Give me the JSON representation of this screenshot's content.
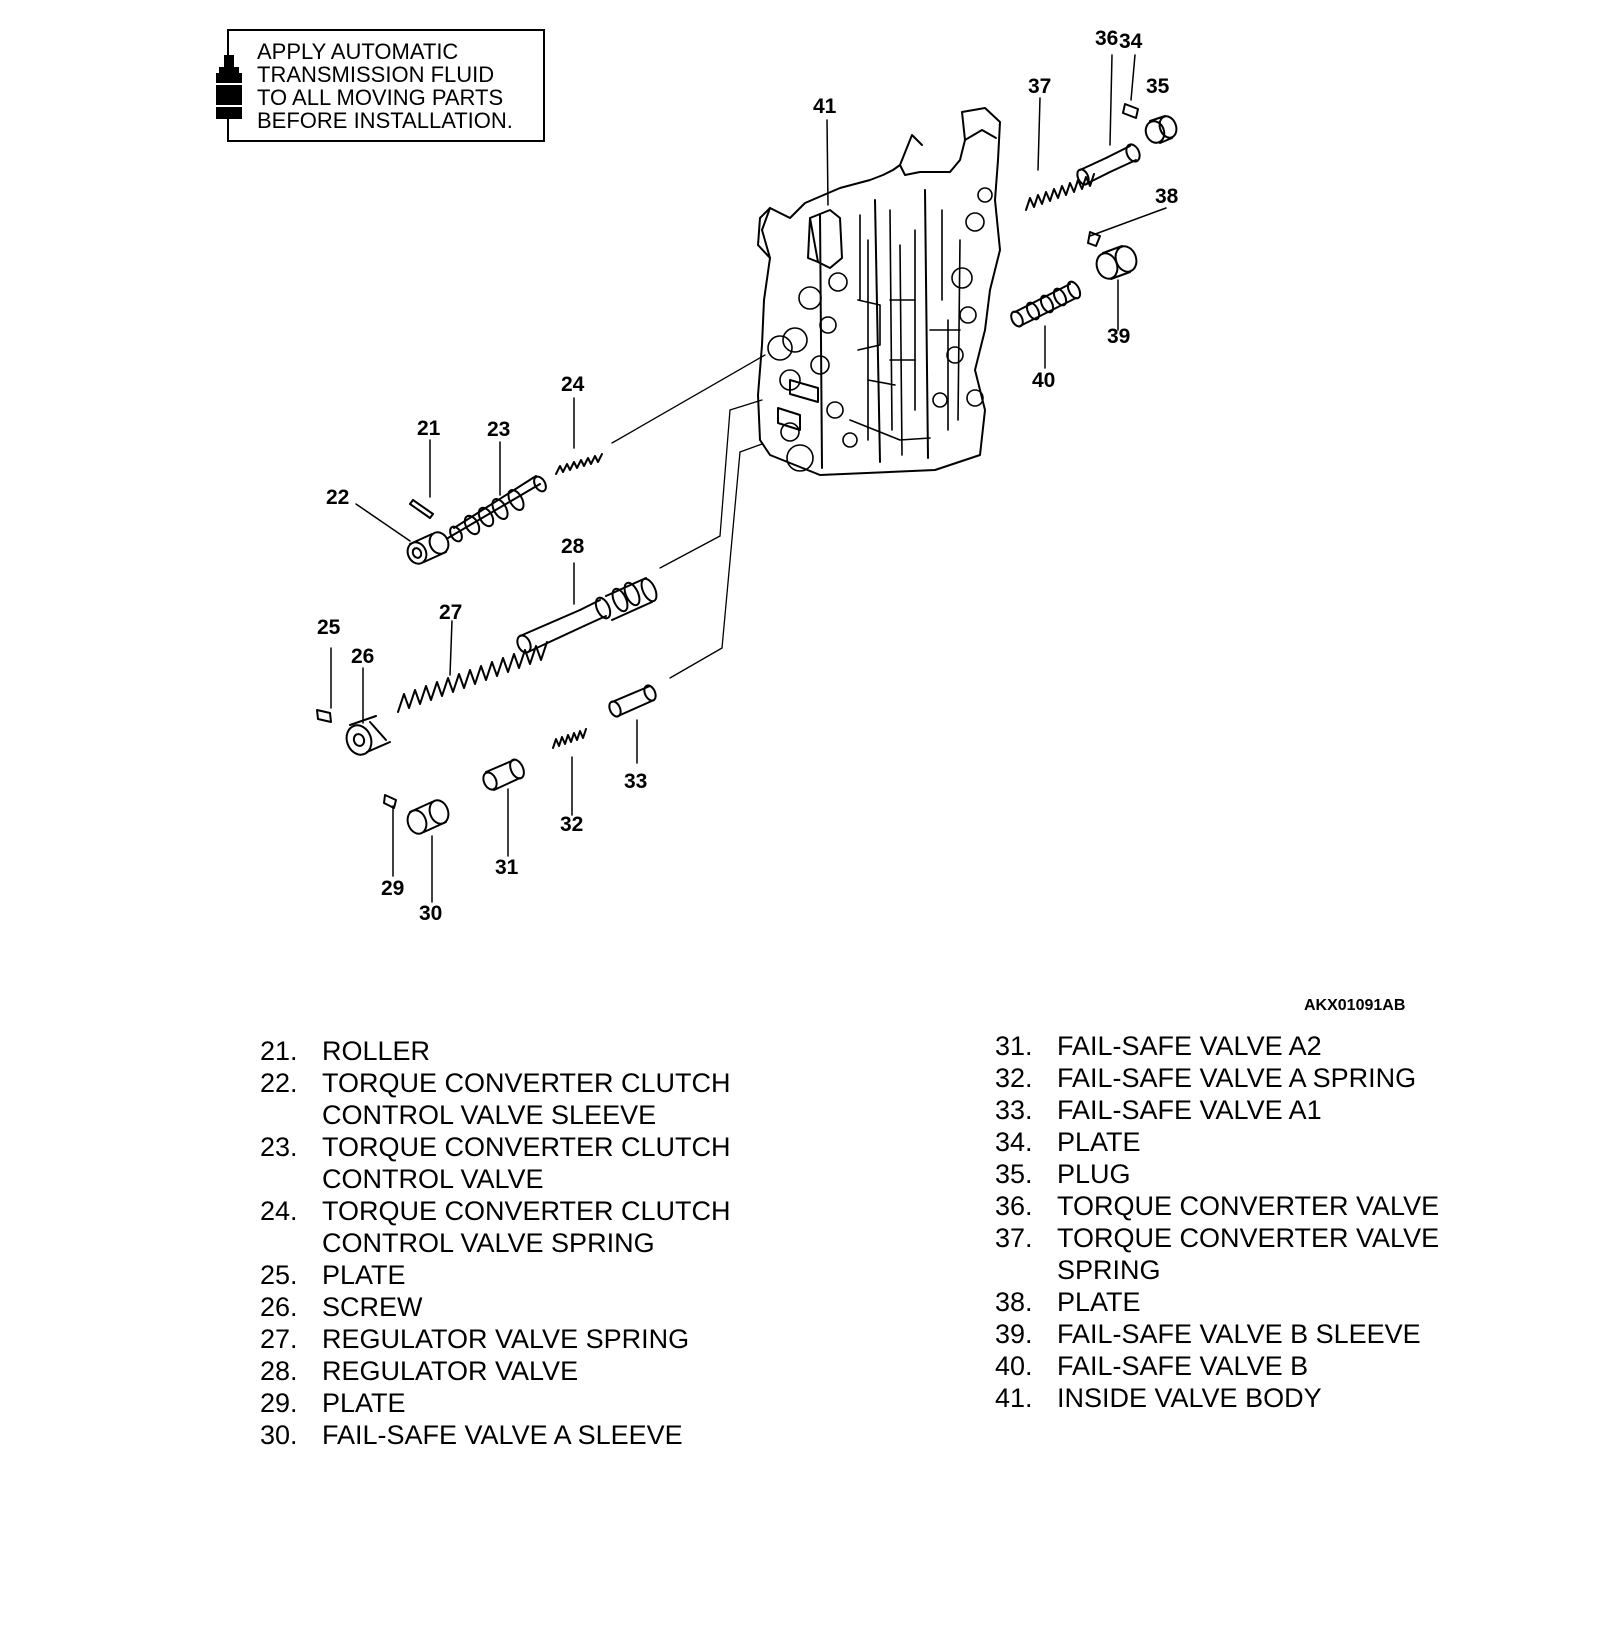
{
  "note": {
    "lines": [
      "APPLY AUTOMATIC",
      "TRANSMISSION FLUID",
      "TO ALL MOVING PARTS",
      "BEFORE INSTALLATION."
    ],
    "icon": "atf-bottle-icon"
  },
  "callouts": {
    "c21": "21",
    "c22": "22",
    "c23": "23",
    "c24": "24",
    "c25": "25",
    "c26": "26",
    "c27": "27",
    "c28": "28",
    "c29": "29",
    "c30": "30",
    "c31": "31",
    "c32": "32",
    "c33": "33",
    "c34": "34",
    "c35": "35",
    "c36": "36",
    "c37": "37",
    "c38": "38",
    "c39": "39",
    "c40": "40",
    "c41": "41"
  },
  "figure_code": "AKX01091AB",
  "legend": {
    "left": [
      {
        "num": "21.",
        "lines": [
          "ROLLER"
        ]
      },
      {
        "num": "22.",
        "lines": [
          "TORQUE CONVERTER CLUTCH",
          "CONTROL VALVE SLEEVE"
        ]
      },
      {
        "num": "23.",
        "lines": [
          "TORQUE CONVERTER CLUTCH",
          "CONTROL VALVE"
        ]
      },
      {
        "num": "24.",
        "lines": [
          "TORQUE CONVERTER CLUTCH",
          "CONTROL VALVE SPRING"
        ]
      },
      {
        "num": "25.",
        "lines": [
          "PLATE"
        ]
      },
      {
        "num": "26.",
        "lines": [
          "SCREW"
        ]
      },
      {
        "num": "27.",
        "lines": [
          "REGULATOR VALVE SPRING"
        ]
      },
      {
        "num": "28.",
        "lines": [
          "REGULATOR VALVE"
        ]
      },
      {
        "num": "29.",
        "lines": [
          "PLATE"
        ]
      },
      {
        "num": "30.",
        "lines": [
          "FAIL-SAFE VALVE A SLEEVE"
        ]
      }
    ],
    "right": [
      {
        "num": "31.",
        "lines": [
          "FAIL-SAFE VALVE A2"
        ]
      },
      {
        "num": "32.",
        "lines": [
          "FAIL-SAFE VALVE A SPRING"
        ]
      },
      {
        "num": "33.",
        "lines": [
          "FAIL-SAFE VALVE A1"
        ]
      },
      {
        "num": "34.",
        "lines": [
          "PLATE"
        ]
      },
      {
        "num": "35.",
        "lines": [
          "PLUG"
        ]
      },
      {
        "num": "36.",
        "lines": [
          "TORQUE CONVERTER VALVE"
        ]
      },
      {
        "num": "37.",
        "lines": [
          "TORQUE CONVERTER VALVE",
          "SPRING"
        ]
      },
      {
        "num": "38.",
        "lines": [
          "PLATE"
        ]
      },
      {
        "num": "39.",
        "lines": [
          "FAIL-SAFE VALVE B SLEEVE"
        ]
      },
      {
        "num": "40.",
        "lines": [
          "FAIL-SAFE VALVE B"
        ]
      },
      {
        "num": "41.",
        "lines": [
          "INSIDE VALVE BODY"
        ]
      }
    ]
  }
}
